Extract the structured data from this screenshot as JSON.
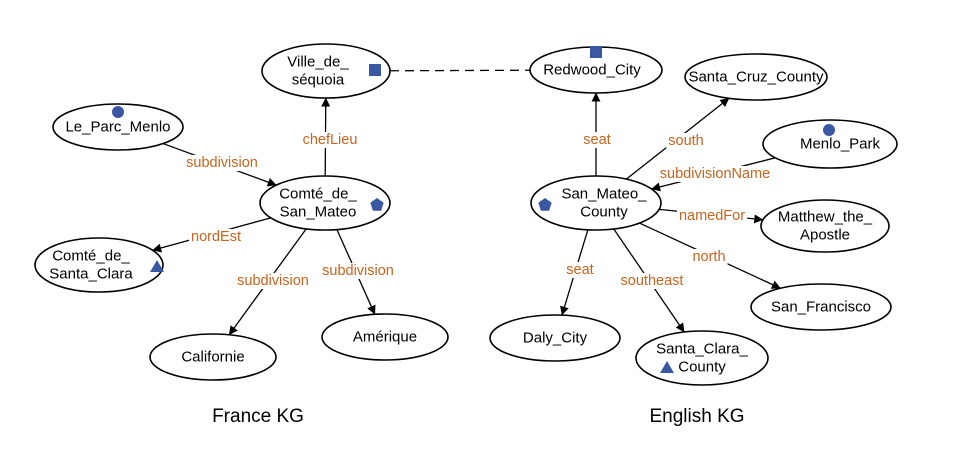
{
  "colors": {
    "edge_label": "#c8641e",
    "marker": "#3a57a3"
  },
  "titles": {
    "left": "France KG",
    "right": "English KG"
  },
  "nodes": {
    "ville_de_sequoia": [
      "Ville_de_",
      "séquoia"
    ],
    "le_parc_menlo": [
      "Le_Parc_Menlo"
    ],
    "comte_de_san_mateo": [
      "Comté_de_",
      "San_Mateo"
    ],
    "comte_de_santa_clara": [
      "Comté_de_",
      "Santa_Clara"
    ],
    "californie": [
      "Californie"
    ],
    "amerique": [
      "Amérique"
    ],
    "redwood_city": [
      "Redwood_City"
    ],
    "santa_cruz_county": [
      "Santa_Cruz_County"
    ],
    "menlo_park": [
      "Menlo_Park"
    ],
    "san_mateo_county": [
      "San_Mateo_",
      "County"
    ],
    "matthew_the_apostle": [
      "Matthew_the_",
      "Apostle"
    ],
    "san_francisco": [
      "San_Francisco"
    ],
    "daly_city": [
      "Daly_City"
    ],
    "santa_clara_county": [
      "Santa_Clara_",
      "County"
    ]
  },
  "markers": {
    "ville_de_sequoia": "square",
    "le_parc_menlo": "circle",
    "comte_de_san_mateo": "pentagon",
    "comte_de_santa_clara": "triangle",
    "redwood_city": "square",
    "menlo_park": "circle",
    "san_mateo_county": "pentagon",
    "santa_clara_county": "triangle"
  },
  "edges": [
    {
      "id": "e-chefLieu",
      "from": "comte_de_san_mateo",
      "to": "ville_de_sequoia",
      "label": "chefLieu"
    },
    {
      "id": "e-subdivision-menlo",
      "from": "le_parc_menlo",
      "to": "comte_de_san_mateo",
      "label": "subdivision"
    },
    {
      "id": "e-nordEst",
      "from": "comte_de_san_mateo",
      "to": "comte_de_santa_clara",
      "label": "nordEst"
    },
    {
      "id": "e-subdivision-californie",
      "from": "comte_de_san_mateo",
      "to": "californie",
      "label": "subdivision"
    },
    {
      "id": "e-subdivision-amerique",
      "from": "comte_de_san_mateo",
      "to": "amerique",
      "label": "subdivision"
    },
    {
      "id": "e-seat-redwood",
      "from": "san_mateo_county",
      "to": "redwood_city",
      "label": "seat"
    },
    {
      "id": "e-south",
      "from": "san_mateo_county",
      "to": "santa_cruz_county",
      "label": "south"
    },
    {
      "id": "e-subdivisionName",
      "from": "menlo_park",
      "to": "san_mateo_county",
      "label": "subdivisionName"
    },
    {
      "id": "e-namedFor",
      "from": "san_mateo_county",
      "to": "matthew_the_apostle",
      "label": "namedFor"
    },
    {
      "id": "e-north",
      "from": "san_mateo_county",
      "to": "san_francisco",
      "label": "north"
    },
    {
      "id": "e-seat-daly",
      "from": "san_mateo_county",
      "to": "daly_city",
      "label": "seat"
    },
    {
      "id": "e-southeast",
      "from": "san_mateo_county",
      "to": "santa_clara_county",
      "label": "southeast"
    }
  ],
  "equivalences": [
    {
      "id": "eq-sequoia-redwood",
      "from": "ville_de_sequoia",
      "to": "redwood_city"
    }
  ]
}
